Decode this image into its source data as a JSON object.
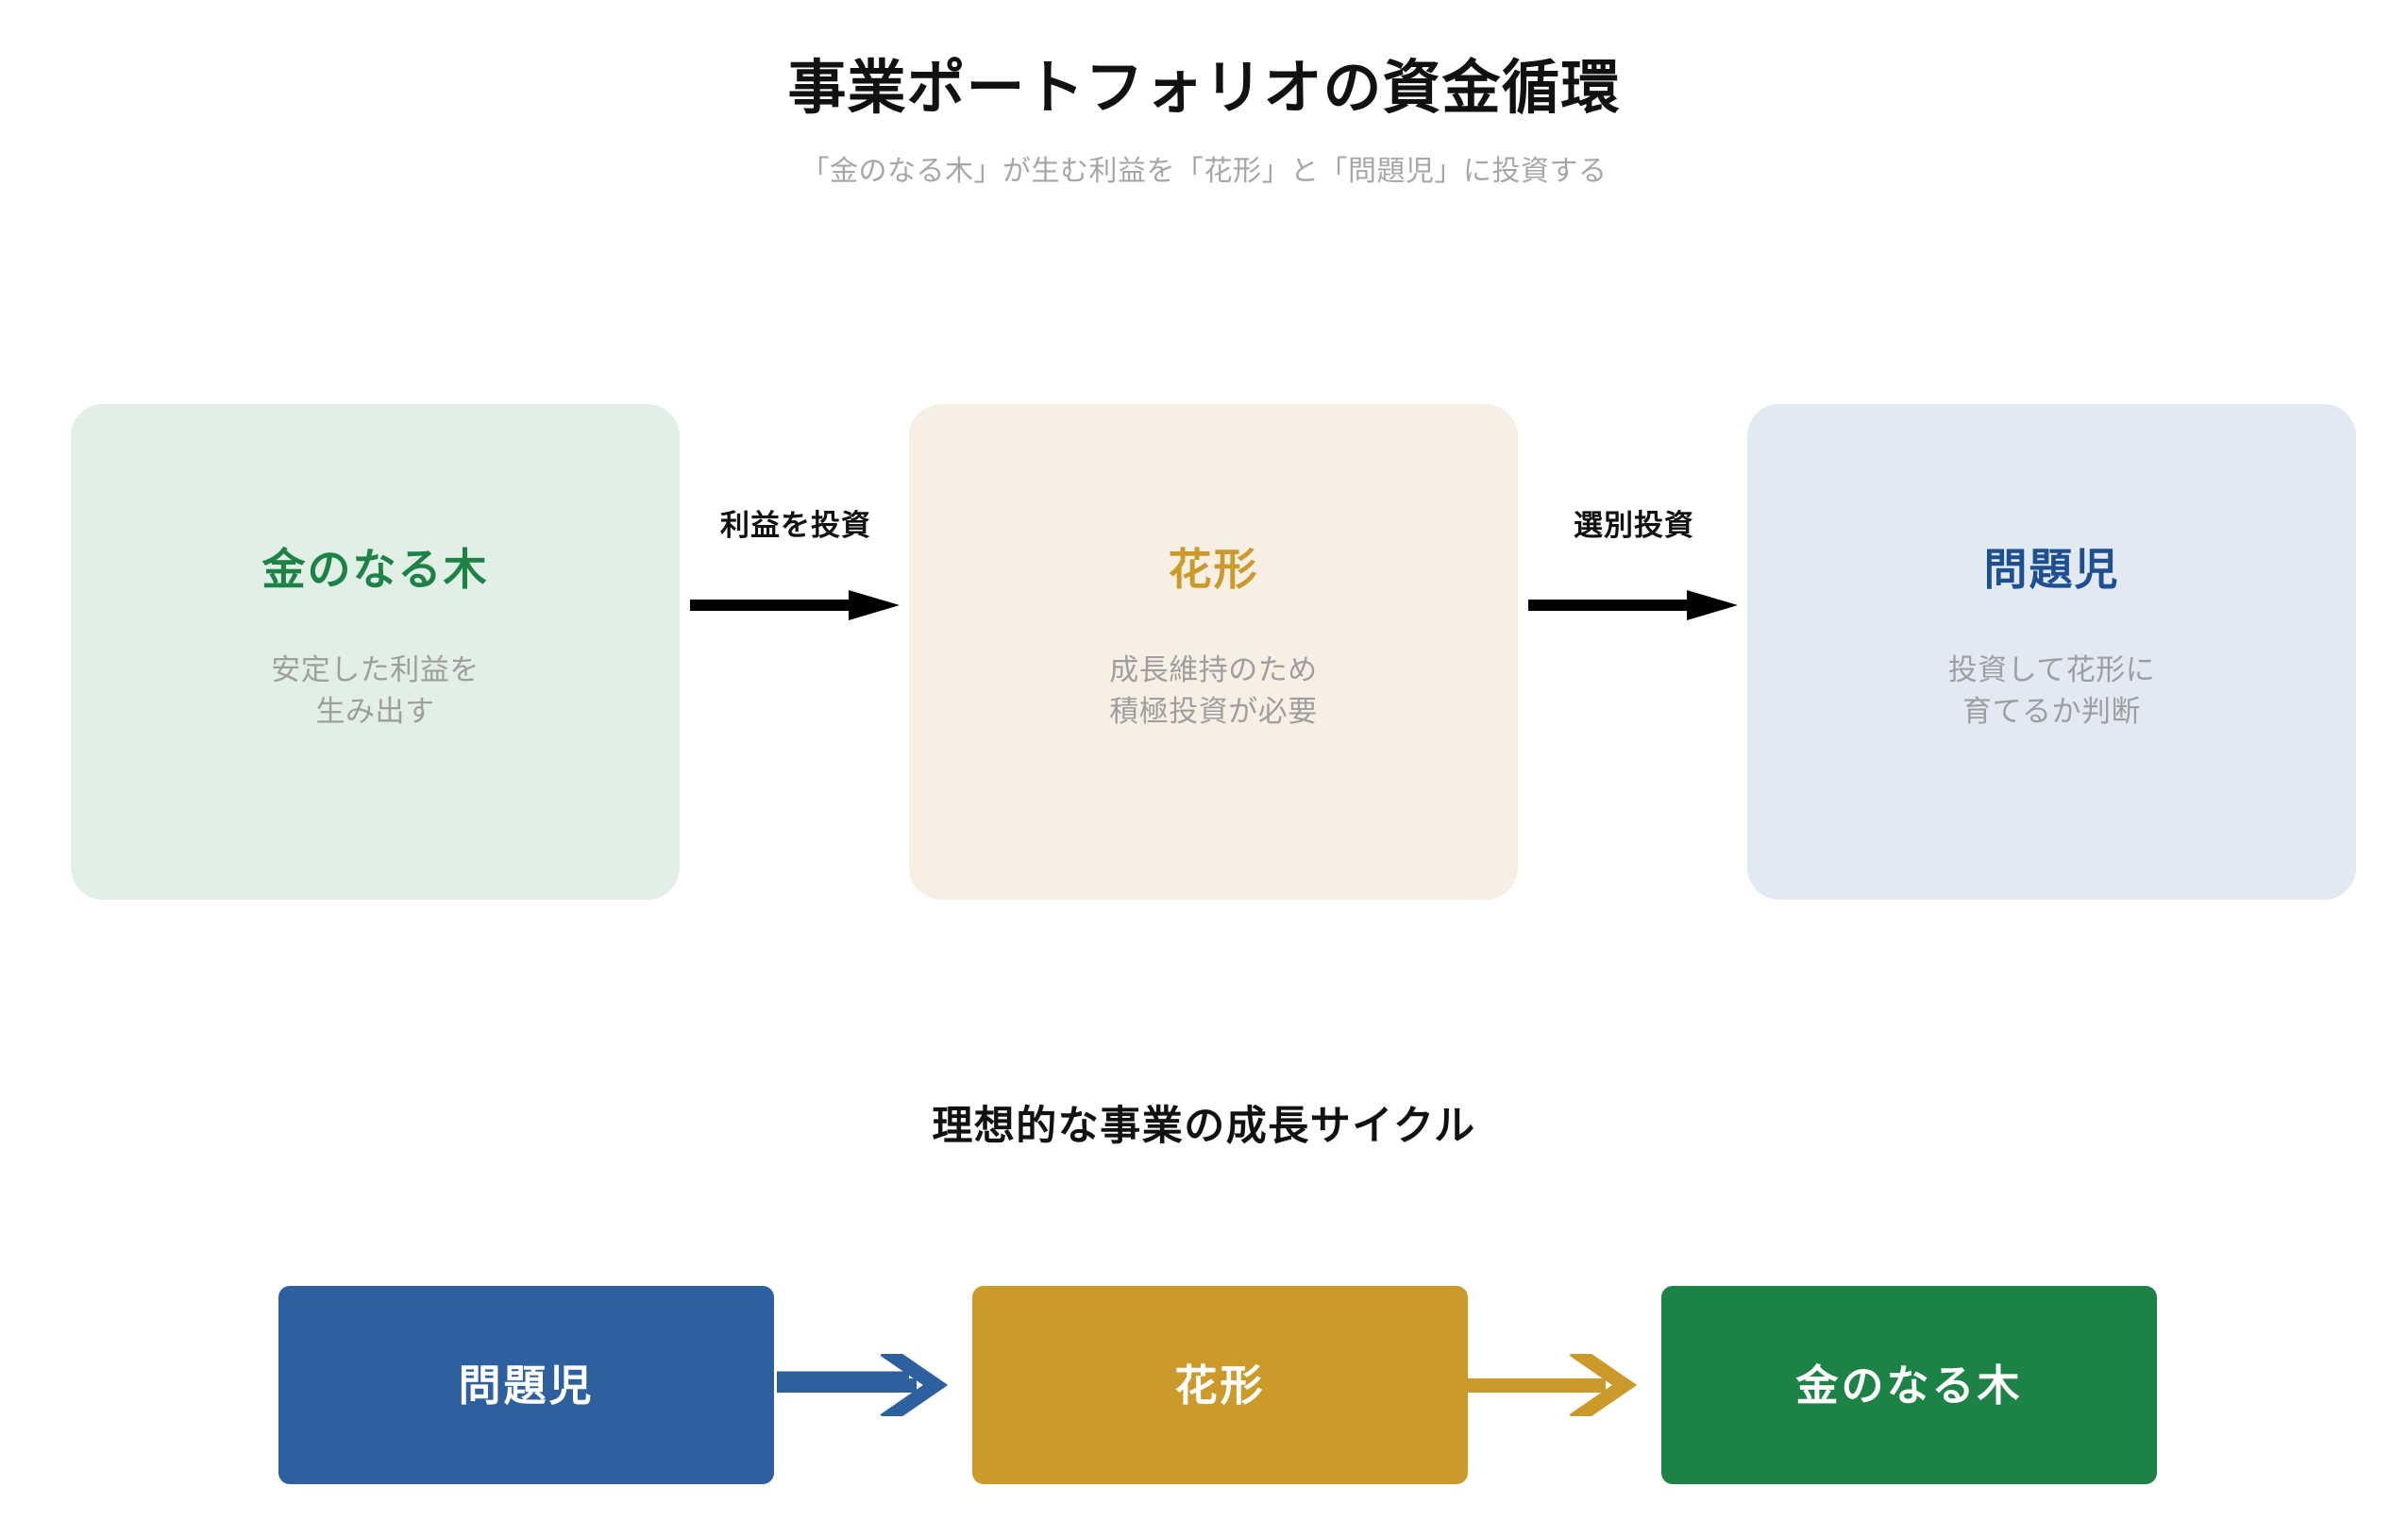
{
  "header": {
    "title": "事業ポートフォリオの資金循環",
    "subtitle": "「金のなる木」が生む利益を「花形」と「問題児」に投資する"
  },
  "colors": {
    "green": "#1c8245",
    "gold": "#cb9a2b",
    "blue": "#2e5f9e",
    "blue_text": "#1d4f91",
    "pale_green": "#e2efe6",
    "pale_cream": "#f8efe4",
    "pale_blue": "#e2e9f2",
    "muted_text": "#9e9e9e",
    "title_text": "#111111"
  },
  "flow": {
    "cards": [
      {
        "title": "金のなる木",
        "description": "安定した利益を\n生み出す",
        "accent": "#1c8245",
        "background": "#e2efe6"
      },
      {
        "title": "花形",
        "description": "成長維持のため\n積極投資が必要",
        "accent": "#cb9a2b",
        "background": "#f8efe4"
      },
      {
        "title": "問題児",
        "description": "投資して花形に\n育てるか判断",
        "accent": "#1d4f91",
        "background": "#e2e9f2"
      }
    ],
    "connectors": [
      {
        "label": "利益を投資",
        "color": "#000000"
      },
      {
        "label": "選別投資",
        "color": "#000000"
      }
    ]
  },
  "cycle": {
    "heading": "理想的な事業の成長サイクル",
    "boxes": [
      {
        "label": "問題児",
        "color": "#2e5f9e"
      },
      {
        "label": "花形",
        "color": "#cb9a2b"
      },
      {
        "label": "金のなる木",
        "color": "#1c8245"
      }
    ],
    "arrows": [
      {
        "color": "#2e5f9e"
      },
      {
        "color": "#cb9a2b"
      }
    ]
  }
}
